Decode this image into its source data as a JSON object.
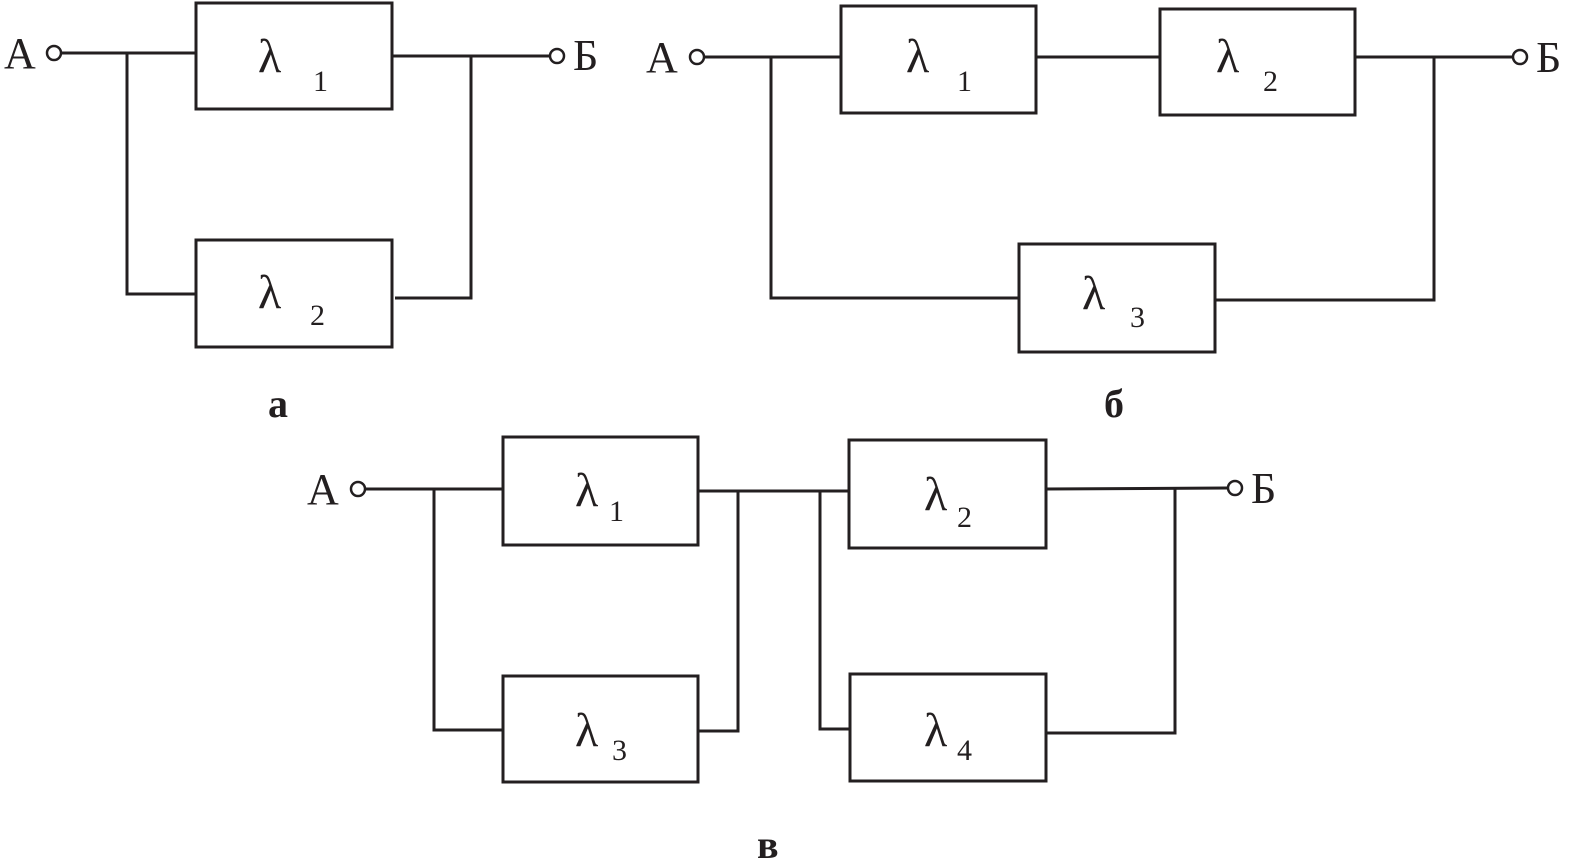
{
  "symbol": "λ",
  "diagrams": [
    {
      "caption": "а",
      "input_label": "А",
      "output_label": "Б",
      "blocks": [
        {
          "symbol": "λ",
          "index": "1"
        },
        {
          "symbol": "λ",
          "index": "2"
        }
      ]
    },
    {
      "caption": "б",
      "input_label": "А",
      "output_label": "Б",
      "blocks": [
        {
          "symbol": "λ",
          "index": "1"
        },
        {
          "symbol": "λ",
          "index": "2"
        },
        {
          "symbol": "λ",
          "index": "3"
        }
      ]
    },
    {
      "caption": "в",
      "input_label": "А",
      "output_label": "Б",
      "blocks": [
        {
          "symbol": "λ",
          "index": "1"
        },
        {
          "symbol": "λ",
          "index": "2"
        },
        {
          "symbol": "λ",
          "index": "3"
        },
        {
          "symbol": "λ",
          "index": "4"
        }
      ]
    }
  ]
}
